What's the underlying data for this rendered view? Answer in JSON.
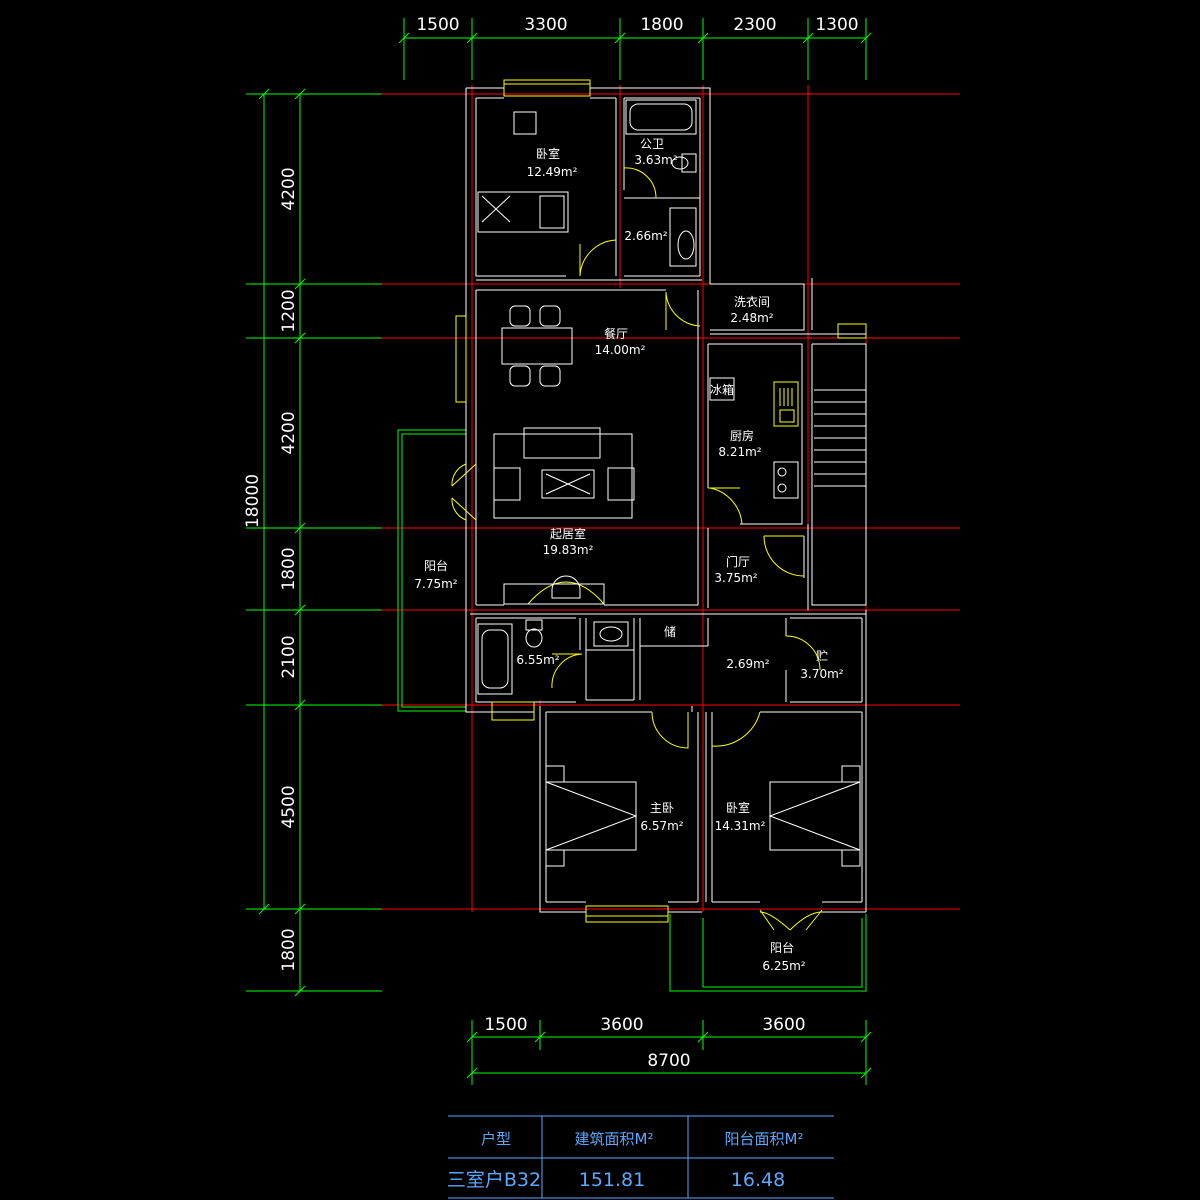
{
  "dimensions": {
    "top": [
      "1500",
      "3300",
      "1800",
      "2300",
      "1300"
    ],
    "left": [
      "4200",
      "1200",
      "4200",
      "1800",
      "2100",
      "4500",
      "1800"
    ],
    "total_height": "18000",
    "bottom": [
      "1500",
      "3600",
      "3600"
    ],
    "total_width": "8700"
  },
  "rooms": {
    "bedroom_top": {
      "name": "卧室",
      "area": "12.49m²"
    },
    "public_wc": {
      "name": "公卫",
      "area": "3.63m²"
    },
    "hall_small": {
      "area": "2.66m²"
    },
    "laundry": {
      "name": "洗衣间",
      "area": "2.48m²"
    },
    "dining": {
      "name": "餐厅",
      "area": "14.00m²"
    },
    "fridge": {
      "name": "冰箱"
    },
    "kitchen": {
      "name": "厨房",
      "area": "8.21m²"
    },
    "living": {
      "name": "起居室",
      "area": "19.83m²"
    },
    "balcony_west": {
      "name": "阳台",
      "area": "7.75m²"
    },
    "foyer": {
      "name": "门厅",
      "area": "3.75m²"
    },
    "master_bath": {
      "area": "6.55m²"
    },
    "storage": {
      "name": "储"
    },
    "corridor": {
      "area": "2.69m²"
    },
    "closet": {
      "name": "贮",
      "area": "3.70m²"
    },
    "master_bedroom": {
      "name": "主卧",
      "area": "6.57m²"
    },
    "bedroom_south": {
      "name": "卧室",
      "area": "14.31m²"
    },
    "balcony_south": {
      "name": "阳台",
      "area": "6.25m²"
    }
  },
  "table": {
    "headers": [
      "户型",
      "建筑面积M²",
      "阳台面积M²"
    ],
    "row": [
      "三室户B32",
      "151.81",
      "16.48"
    ]
  },
  "colors": {
    "dimension": "#00ff00",
    "axis": "#ff0000",
    "wall": "#ffffff",
    "fixture": "#ffff00",
    "table": "#5aa8ff"
  }
}
